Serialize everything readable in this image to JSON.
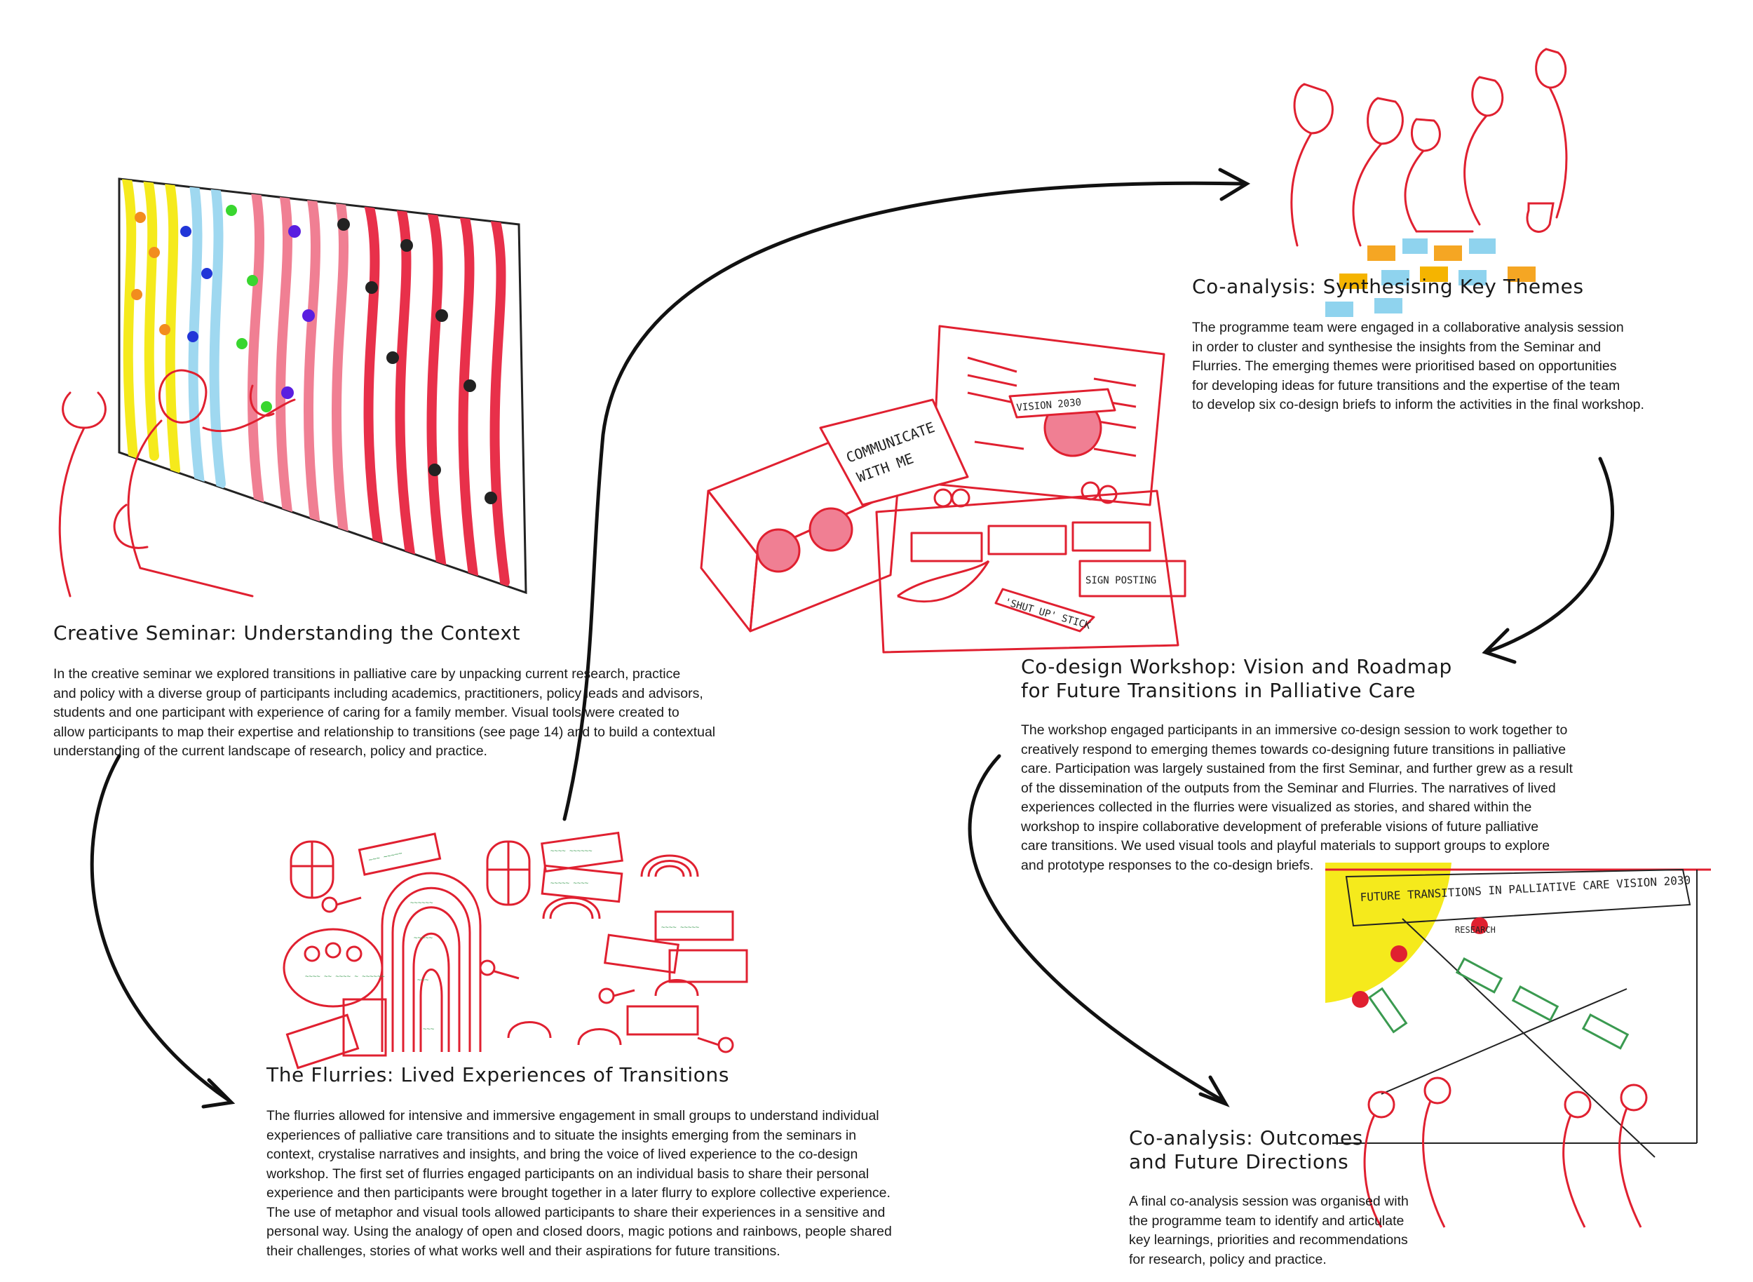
{
  "sections": {
    "creative_seminar": {
      "title": "Creative Seminar: Understanding the Context",
      "lines": [
        "In the creative seminar we explored transitions in palliative care by unpacking current research, practice",
        "and policy with a diverse group of participants including academics, practitioners, policy leads and advisors,",
        "students and one participant with experience of caring for a family member. Visual tools were created to",
        "allow participants to map their expertise and relationship to transitions (see page 14) and to build a contextual",
        "understanding of the current landscape of research, policy and practice."
      ]
    },
    "flurries": {
      "title": "The Flurries: Lived Experiences of Transitions",
      "lines": [
        "The flurries allowed for intensive and immersive engagement in small groups to understand individual",
        "experiences of palliative care transitions and to situate the insights emerging from the seminars in",
        "context, crystalise narratives and insights, and bring the voice of lived experience to the co-design",
        "workshop. The first set of flurries engaged participants on an individual basis to share their personal",
        "experience and then participants were brought together in a later flurry to explore collective experience.",
        "The use of metaphor and visual tools allowed participants to share their experiences in a sensitive and",
        "personal way. Using the analogy of open and closed doors, magic potions and rainbows, people shared",
        "their challenges, stories of what works well and their aspirations for future transitions."
      ]
    },
    "co_analysis_themes": {
      "title": "Co-analysis: Synthesising Key Themes",
      "lines": [
        "The programme team were engaged in a collaborative analysis session",
        "in order to cluster and synthesise the insights from the Seminar and",
        "Flurries. The emerging themes were prioritised based on opportunities",
        "for developing ideas for future transitions and the expertise of the team",
        "to develop six co-design briefs to inform the activities in the final workshop."
      ]
    },
    "codesign_workshop": {
      "title_lines": [
        "Co-design Workshop: Vision and Roadmap",
        "for Future Transitions in Palliative Care"
      ],
      "lines": [
        "The workshop engaged participants in an immersive co-design session to work together to",
        "creatively respond to emerging themes towards co-designing future transitions in palliative",
        "care. Participation was largely sustained from the first Seminar, and further grew as a result",
        "of the dissemination of the outputs from the Seminar and Flurries. The narratives of lived",
        "experiences collected in the flurries were visualized as stories, and shared within the",
        "workshop to inspire collaborative development of preferable visions of future palliative",
        "care transitions. We used visual tools and playful materials to support groups to explore",
        "and prototype responses to the co-design briefs."
      ]
    },
    "co_analysis_outcomes": {
      "title_lines": [
        "Co-analysis: Outcomes",
        "and Future Directions"
      ],
      "lines": [
        "A final co-analysis session was organised with",
        "the programme team to identify and articulate",
        "key learnings, priorities and recommendations",
        "for research, policy and practice."
      ]
    }
  },
  "illustrations": {
    "workshop_box": {
      "card_text_1": "COMMUNICATE",
      "card_text_2": "WITH ME",
      "vision_label": "VISION 2030",
      "sign_posting": "SIGN POSTING",
      "shut_up_stick": "'SHUT UP' STICK"
    },
    "vision_board": {
      "banner": "FUTURE TRANSITIONS IN PALLIATIVE CARE VISION 2030",
      "research_label": "RESEARCH"
    }
  },
  "colors": {
    "line_red": "#e02030",
    "pink": "#f07f93",
    "green_text": "#3a9a50",
    "yellow": "#f5ea1c",
    "blue": "#8fd3ee",
    "arrow": "#111111"
  }
}
